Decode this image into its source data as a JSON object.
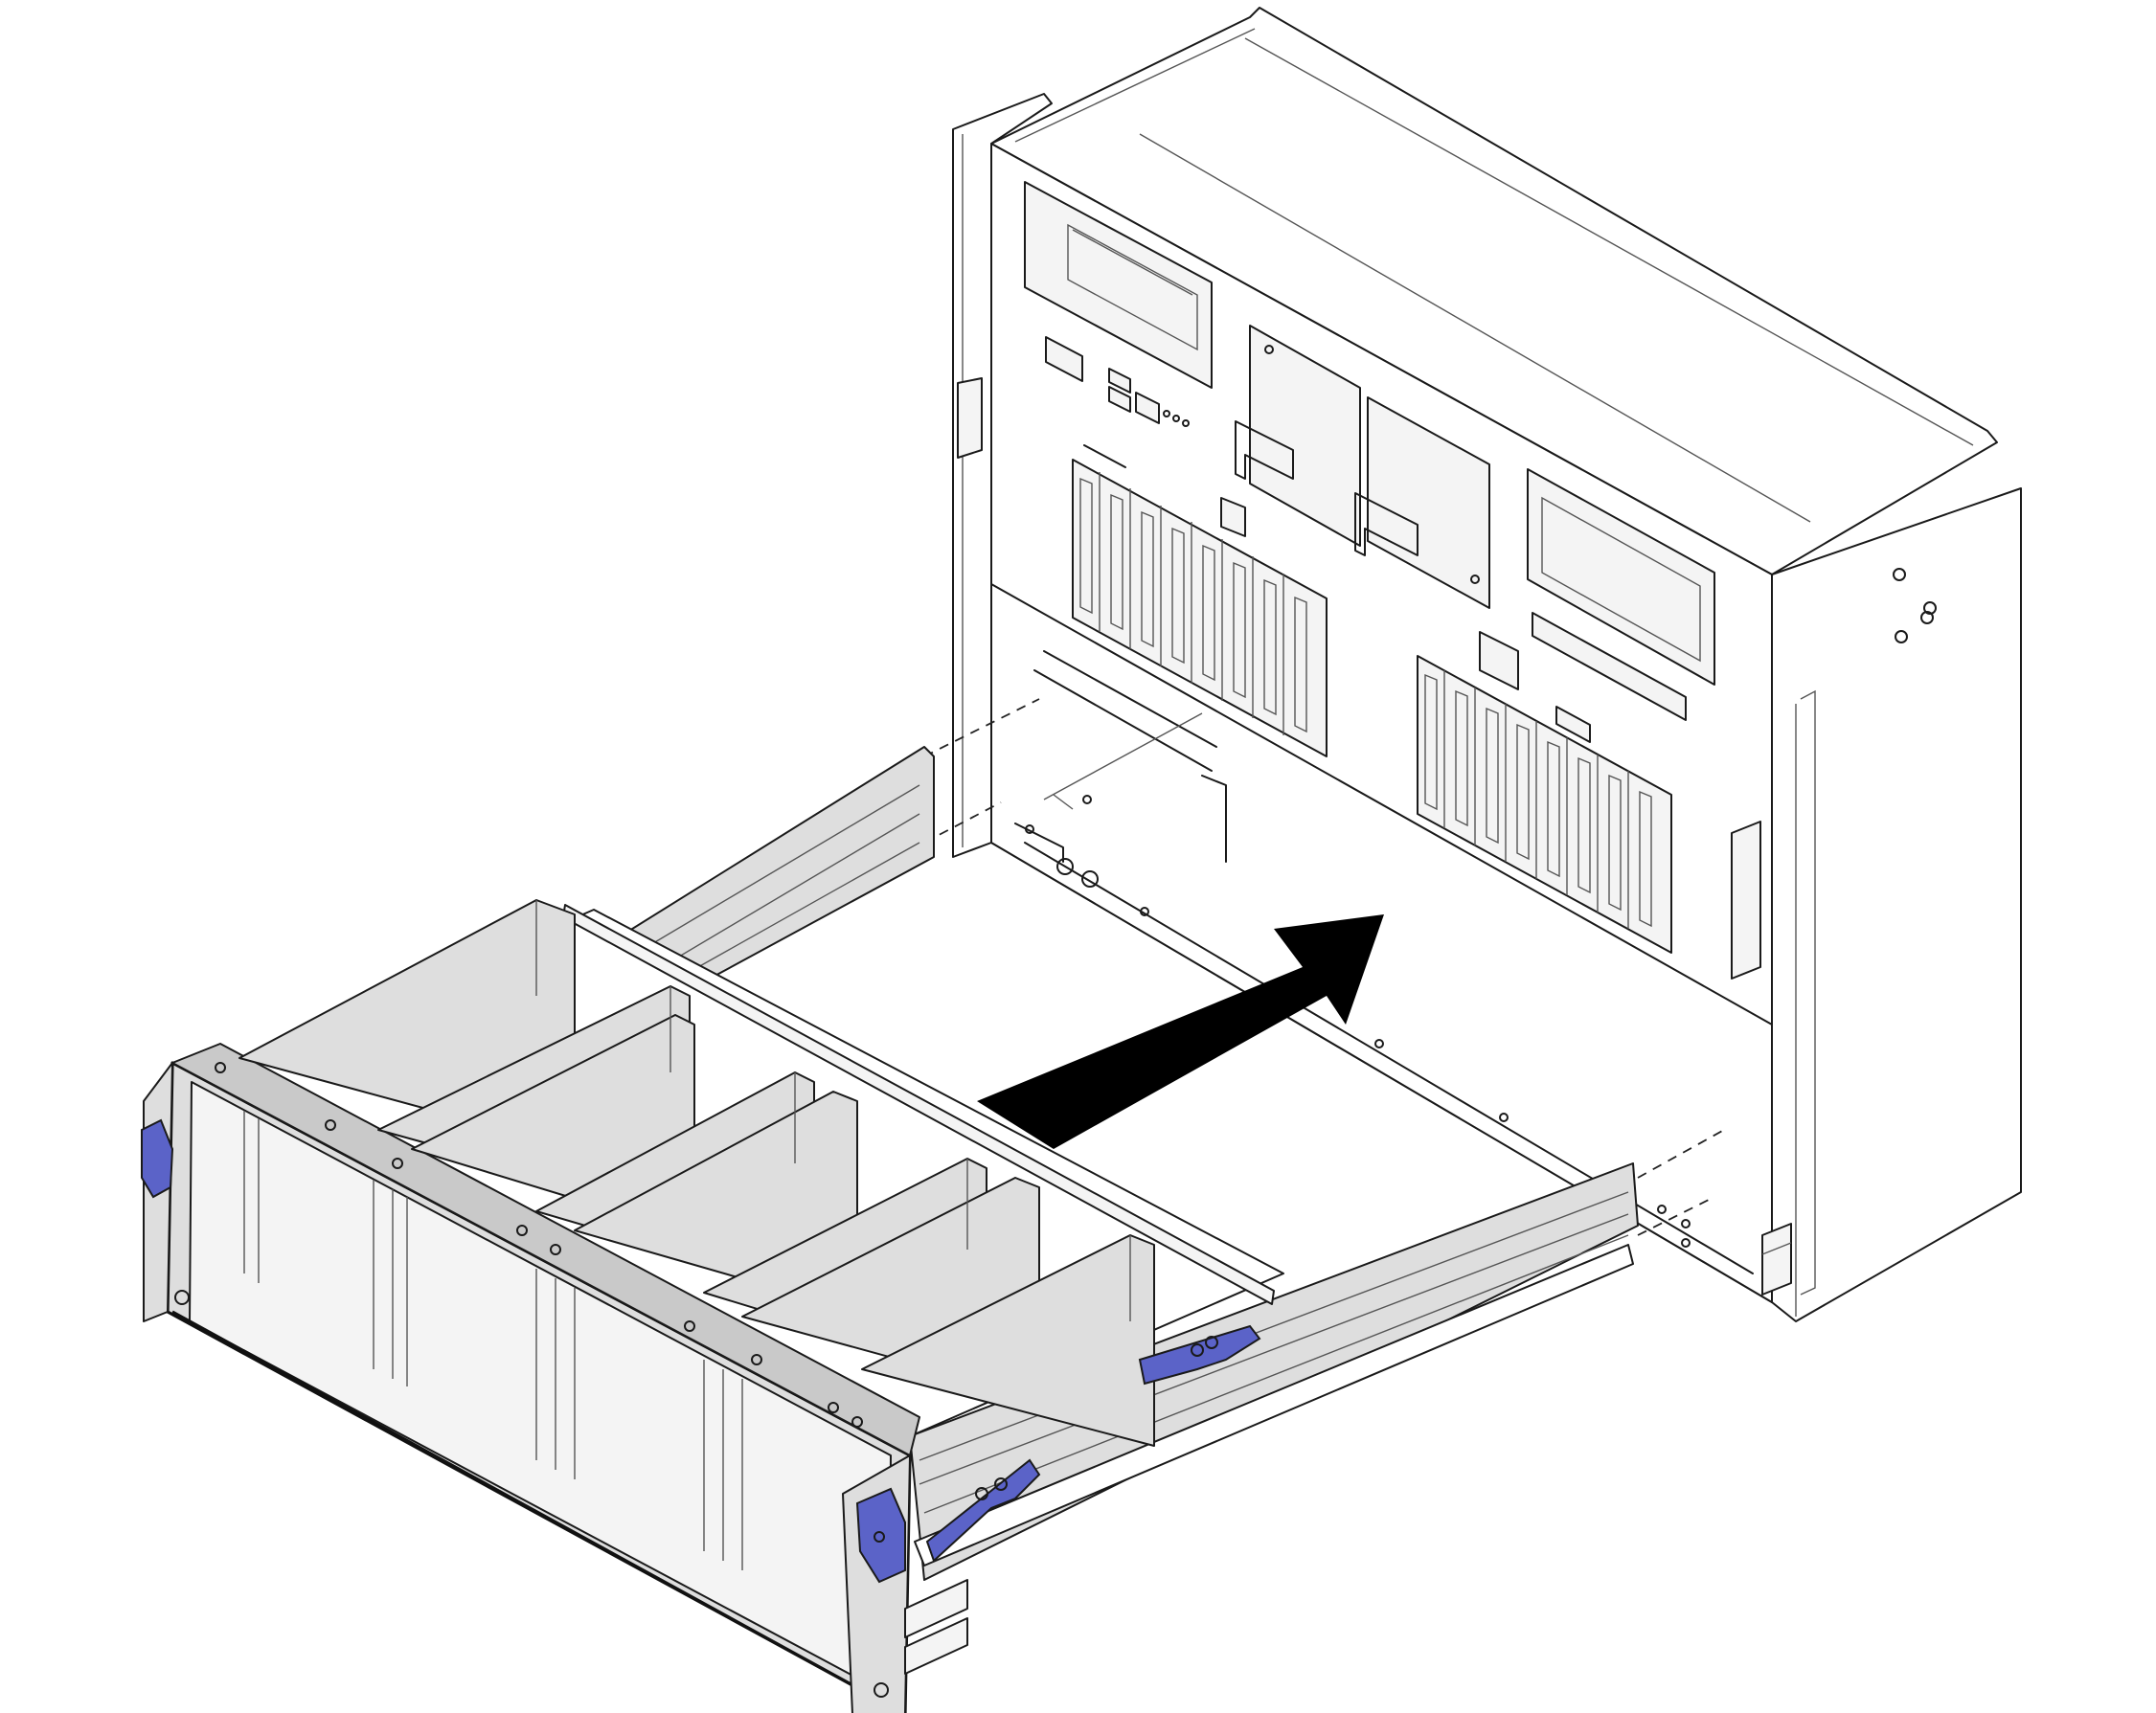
{
  "figure": {
    "kind": "technical-illustration",
    "background_color": "#ffffff",
    "line_color": "#1a1a1a",
    "panel_gray": "#dedede",
    "latch_color": "#5b63c8",
    "arrow_color": "#000000"
  },
  "parts": {
    "server_chassis": "server-chassis",
    "drawer_tray": "drawer-tray",
    "install_arrow": "arrow-icon",
    "drive_bays": "drive-bay-icon",
    "power_supplies": "power-supply-icon",
    "blue_latches": "latch-icon"
  }
}
